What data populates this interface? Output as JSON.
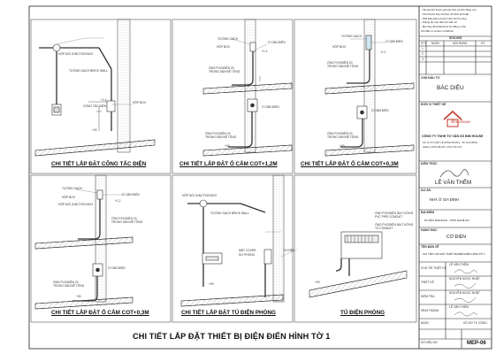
{
  "drawing_title": "CHI TIẾT LẮP ĐẶT THIẾT BỊ ĐIỆN ĐIỂN HÌNH TỜ 1",
  "captions": [
    "CHI TIẾT LẮP ĐẶT CÔNG TẮC ĐIỆN",
    "CHI TIẾT LẮP ĐẶT Ổ CẮM COT+1,2M",
    "CHI TIẾT LẮP ĐẶT Ổ CẮM COT+0,3M",
    "CHI TIẾT LẮP ĐẶT Ổ CẮM COT+0,3M",
    "CHI TIẾT LẮP ĐẶT TỦ ĐIỆN PHÒNG",
    "TỦ ĐIỆN PHÒNG"
  ],
  "labels": {
    "p1": [
      "HỘP NỐI JUNCTION BOX",
      "TƯỜNG GẠCH BRICK WALL",
      "HỘP BOX",
      "CÔNG TẮC ĐIỆN",
      "+1.4",
      "+00"
    ],
    "p2": [
      "TƯỜNG GẠCH",
      "HỘP BOX",
      "Ổ CẮM ĐIỆN",
      "+1.2",
      "ỐNG PVC/ĐIỆN 20",
      "TRONG SÀN BÊ TÔNG",
      "Ổ CẮM ĐIỆN",
      "ỐNG PVC/ĐIỆN 20",
      "TRONG SÀN BÊ TÔNG",
      "+00"
    ],
    "p3": [
      "TƯỜNG GẠCH",
      "HỘP BOX",
      "Ổ CẮM ĐIỆN",
      "+1.2",
      "ỐNG PVC/ĐIỆN 20",
      "TRONG SÀN BÊ TÔNG",
      "Ổ CẮM ĐIỆN",
      "ỐNG PVC/ĐIỆN 20",
      "TRONG SÀN BÊ TÔNG",
      "+00"
    ],
    "p4": [
      "TƯỜNG GẠCH",
      "HỘP BOX",
      "Ổ CẮM ĐIỆN",
      "HỘP NỐI JUNCTION BOX",
      "+1.2",
      "ỐNG PVC/ĐIỆN 20",
      "TRONG SÀN BÊ TÔNG",
      "Ổ CẮM ĐIỆN",
      "ỐNG PVC/ĐIỆN 20",
      "TRONG SÀN BÊ TÔNG",
      "+00"
    ],
    "p5": [
      "HỘP NỐI JUNCTION BOX",
      "TƯỜNG GẠCH BRICK WALL",
      "MẶT COVER",
      "DỰ PHÒNG",
      "TỦ ĐIỆN",
      "+00"
    ],
    "p6": [
      "ỐNG PVC/ĐIỆN ÂM TƯỜNG",
      "PVC PIPE CONDUIT",
      "ỐNG PVC/ĐIỆN ÂM TƯỜNG",
      "TỦ CONDUIT",
      "+00"
    ]
  },
  "title_block": {
    "notes": [
      "- Tất cả kích thước ghi trên bản vẽ tính bằng mm",
      "- Kích thước thực tế theo chỉ định kỹ thuật",
      "- Nhà thầu kiểm tra kỹ trước khi thi công",
      "- Không đo trực tiếp trên bản vẽ",
      "- Mọi thay đổi phải được sự đồng ý của",
      "  chủ đầu tư và đơn vị thiết kế"
    ],
    "revision_header": "SỬA ĐỔI",
    "revision_cols": [
      "STT",
      "NGÀY",
      "NỘI DUNG",
      "KÝ"
    ],
    "revision_rows": [
      "1",
      "2",
      "3"
    ],
    "owner_label": "CHỦ ĐẦU TƯ",
    "owner_value": "BÁC DIỆU",
    "designer_label": "ĐƠN VỊ THIẾT KẾ",
    "logo_text": "Bim House",
    "company_name": "CÔNG TY TNHH TƯ VẤN XD BIM HOUSE",
    "company_address": "SỐ 10 LÔ 6 KĐT LÊ HỒNG PHONG - TP. THÁI BÌNH",
    "company_phone": "Hotline: 0976.448.229 - 0917.764.XXX",
    "chief_label": "KIẾN TRÚC",
    "signature_name": "LÊ VĂN THÊM",
    "project_label": "DỰ ÁN",
    "project_value": "NHÀ Ở GIA ĐÌNH",
    "location_label": "ĐỊA ĐIỂM",
    "location_value": "HUYỆN NAM ĐÀN - TỈNH NGHỆ AN",
    "category_label": "HẠNG MỤC",
    "category_value": "CƠ ĐIỆN",
    "sheet_title_label": "TÊN BẢN VẼ",
    "sheet_title_value": "CHI TIẾT LẮP ĐẶT THIẾT BỊ ĐIỆN ĐIỂN HÌNH TỜ 1",
    "roles": [
      {
        "role": "CHỦ TRÌ THIẾT KẾ",
        "name": "LÊ VĂN THÊM"
      },
      {
        "role": "THIẾT KẾ",
        "name": "NGUYỄN NGỌC NHẬT"
      },
      {
        "role": "KIỂM TRA",
        "name": "NGUYỄN NGỌC NHẬT"
      },
      {
        "role": "HÌNH THÀNH",
        "name": "LÊ VĂN THÊM"
      }
    ],
    "date_label": "NGÀY",
    "date_value": "HỒ SƠ TK CÔNG",
    "sheet_no_label": "SỐ HIỆU BV",
    "sheet_no_value": "MEP-06"
  }
}
